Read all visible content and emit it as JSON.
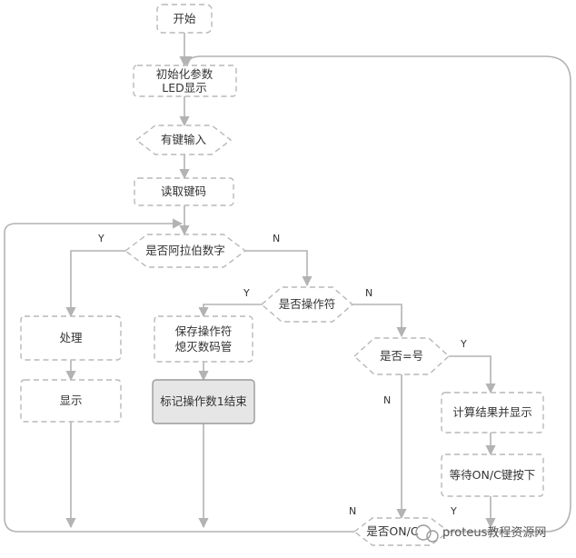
{
  "nodes": {
    "start": "开始",
    "init_1": "初始化参数",
    "init_2": "LED显示",
    "key_input": "有键输入",
    "read_key": "读取键码",
    "is_digit": "是否阿拉伯数字",
    "process": "处理",
    "display": "显示",
    "save_op_1": "保存操作符",
    "save_op_2": "熄灭数码管",
    "mark_end": "标记操作数1结束",
    "is_operator": "是否操作符",
    "is_equals": "是否=号",
    "calc_display": "计算结果并显示",
    "wait_onc": "等待ON/C键按下",
    "is_onc": "是否ON/C"
  },
  "labels": {
    "digit_yes": "Y",
    "digit_no": "N",
    "op_yes": "Y",
    "op_no": "N",
    "eq_yes": "Y",
    "eq_no": "N",
    "onc_yes": "Y",
    "onc_no": "N"
  },
  "watermark": "proteus教程资源网"
}
